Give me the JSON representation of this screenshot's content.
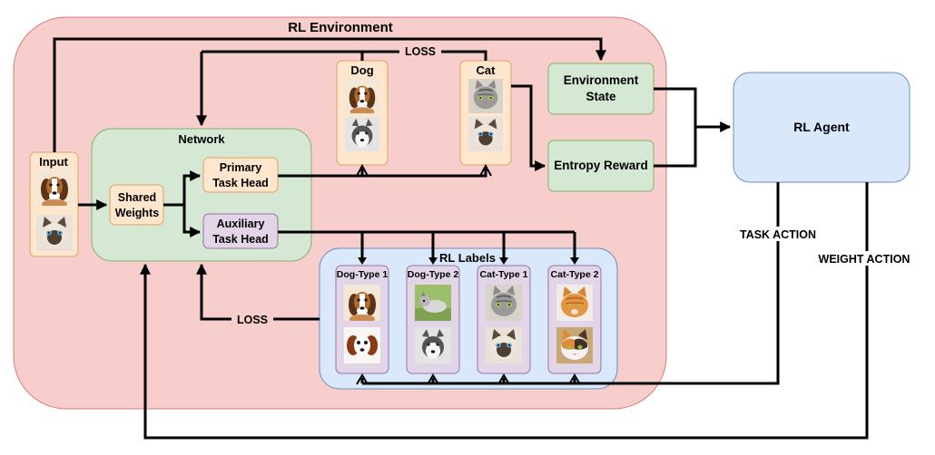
{
  "rl_environment": {
    "title": "RL Environment"
  },
  "network": {
    "title": "Network"
  },
  "input": {
    "label": "Input"
  },
  "shared_weights": {
    "label_line1": "Shared",
    "label_line2": "Weights"
  },
  "primary_head": {
    "label_line1": "Primary",
    "label_line2": "Task Head"
  },
  "auxiliary_head": {
    "label_line1": "Auxiliary",
    "label_line2": "Task Head"
  },
  "dog_class": {
    "label": "Dog"
  },
  "cat_class": {
    "label": "Cat"
  },
  "env_state": {
    "label_line1": "Environment",
    "label_line2": "State"
  },
  "entropy_reward": {
    "label": "Entropy Reward"
  },
  "rl_agent": {
    "label": "RL Agent"
  },
  "rl_labels": {
    "title": "RL Labels",
    "columns": [
      "Dog-Type 1",
      "Dog-Type 2",
      "Cat-Type 1",
      "Cat-Type 2"
    ]
  },
  "edges": {
    "loss_top": "LOSS",
    "loss_bottom": "LOSS",
    "task_action": "TASK ACTION",
    "weight_action": "WEIGHT ACTION"
  },
  "colors": {
    "environment_fill": "#f8cecc",
    "network_fill": "#d5e8d4",
    "orange_fill": "#ffe6cc",
    "purple_fill": "#e1d5e7",
    "blue_fill": "#dae8fc"
  },
  "photos": {
    "input": [
      "dog-photo",
      "cat-photo"
    ],
    "dog": [
      "dog-photo",
      "dog-photo"
    ],
    "cat": [
      "cat-photo",
      "cat-photo"
    ],
    "labels": [
      [
        "dog-photo",
        "dog-photo"
      ],
      [
        "dog-photo",
        "dog-photo"
      ],
      [
        "cat-photo",
        "cat-photo"
      ],
      [
        "cat-photo",
        "cat-photo"
      ]
    ]
  }
}
